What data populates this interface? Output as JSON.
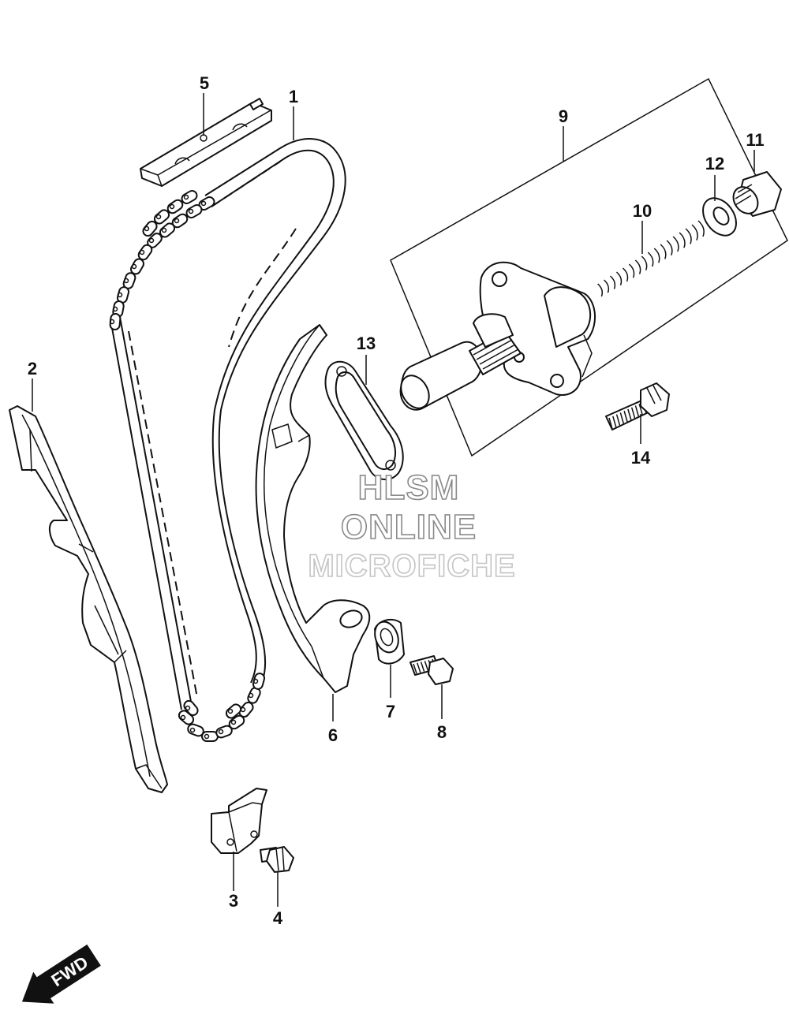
{
  "diagram": {
    "callouts": [
      {
        "id": "c1",
        "label": "1"
      },
      {
        "id": "c2",
        "label": "2"
      },
      {
        "id": "c3",
        "label": "3"
      },
      {
        "id": "c4",
        "label": "4"
      },
      {
        "id": "c5",
        "label": "5"
      },
      {
        "id": "c6",
        "label": "6"
      },
      {
        "id": "c7",
        "label": "7"
      },
      {
        "id": "c8",
        "label": "8"
      },
      {
        "id": "c9",
        "label": "9"
      },
      {
        "id": "c10",
        "label": "10"
      },
      {
        "id": "c11",
        "label": "11"
      },
      {
        "id": "c12",
        "label": "12"
      },
      {
        "id": "c13",
        "label": "13"
      },
      {
        "id": "c14",
        "label": "14"
      }
    ],
    "watermark": [
      "HLSM",
      "ONLINE",
      "MICROFICHE"
    ],
    "direction_badge": "FWD"
  }
}
